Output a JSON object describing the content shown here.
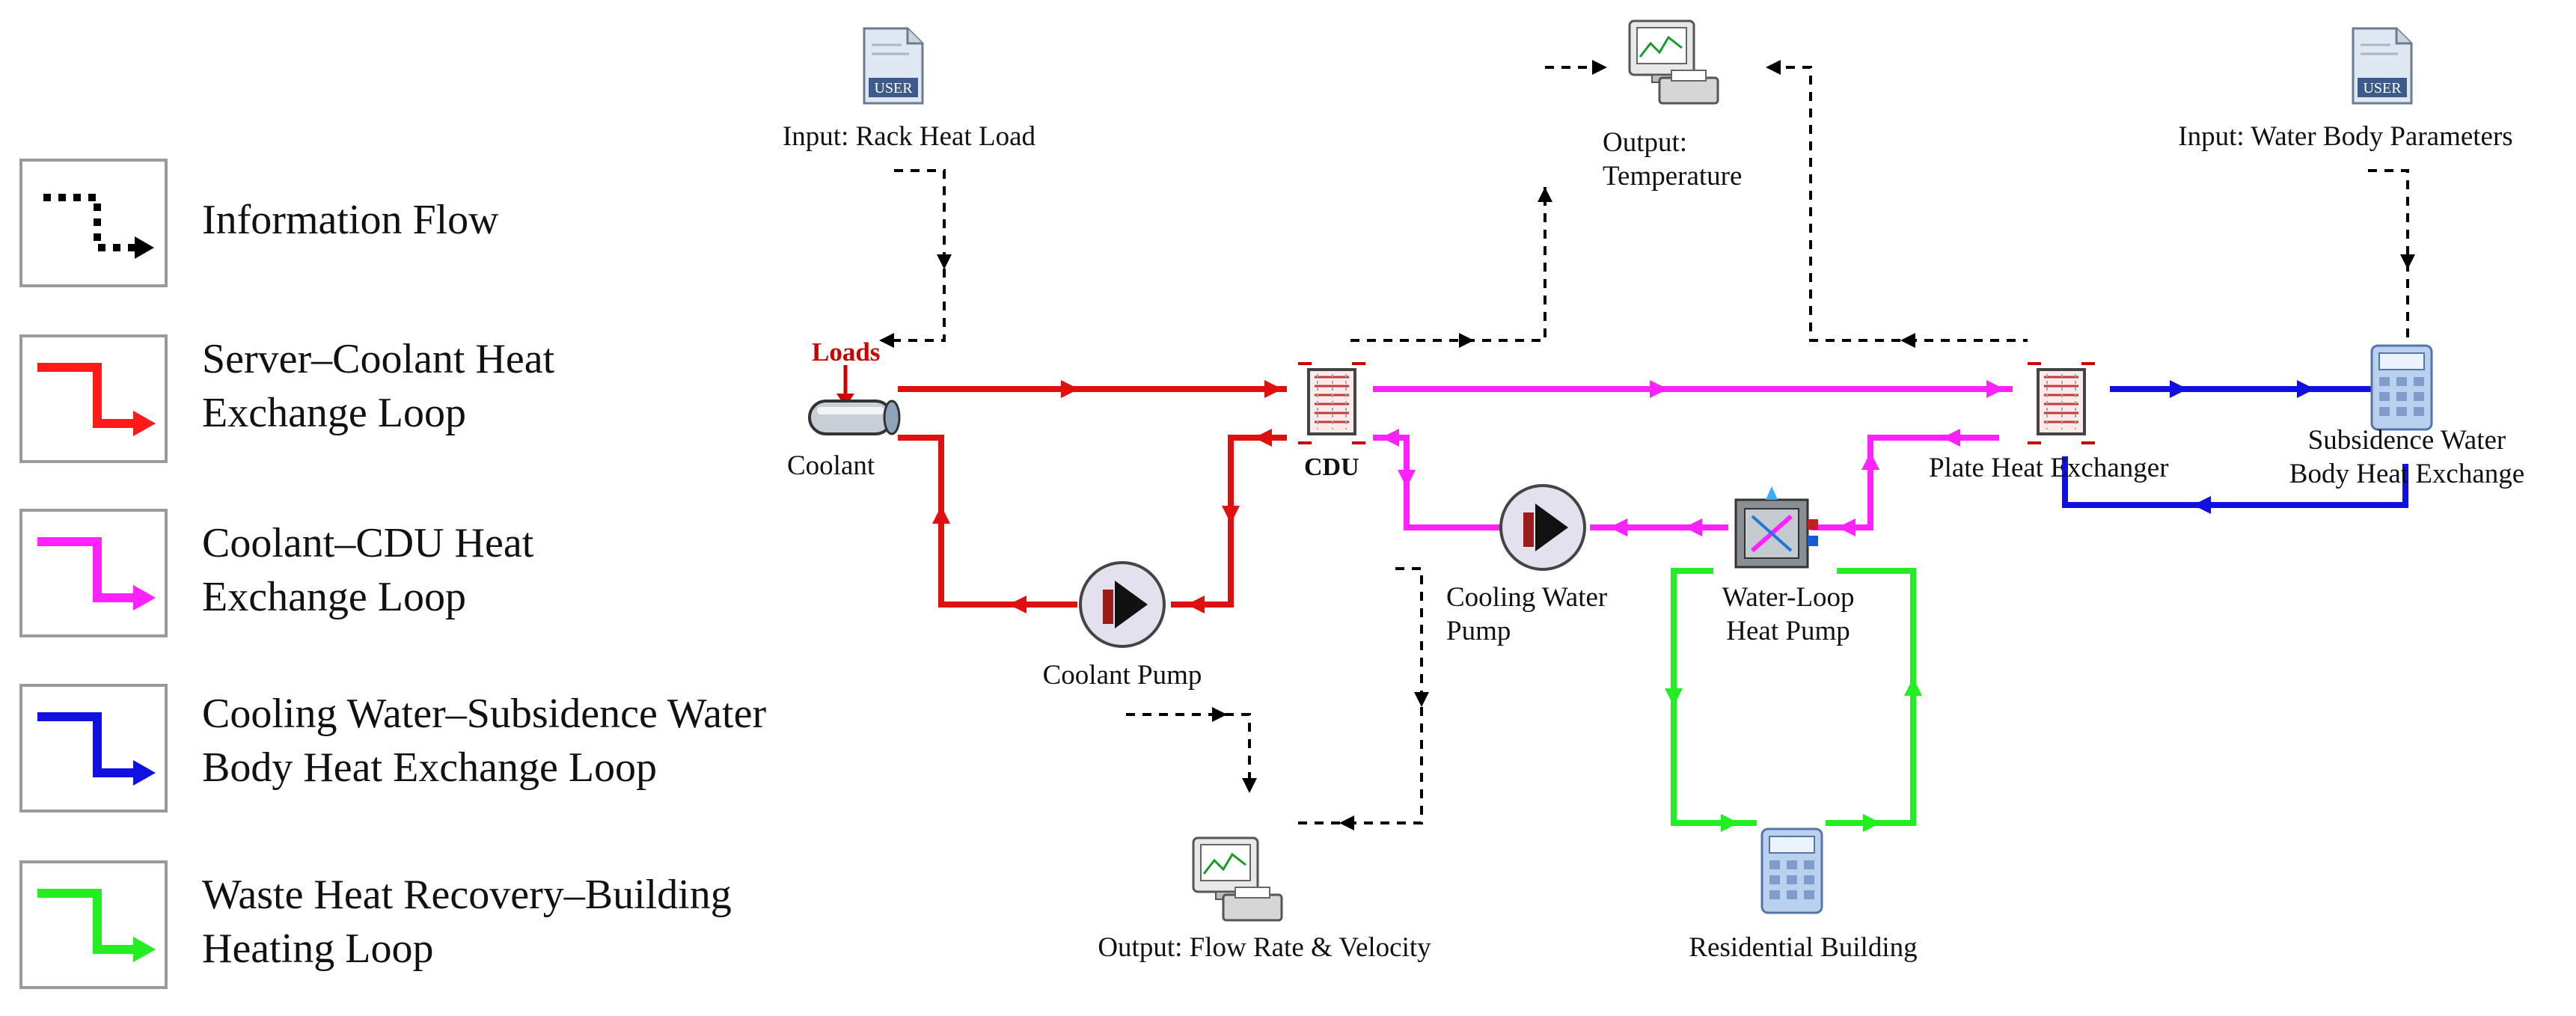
{
  "legend": [
    {
      "key": "info",
      "label_line1": "Information Flow",
      "label_line2": "",
      "color": "#000000"
    },
    {
      "key": "server",
      "label_line1": "Server–Coolant Heat",
      "label_line2": "Exchange Loop",
      "color": "#ff1a1a"
    },
    {
      "key": "cdu",
      "label_line1": "Coolant–CDU Heat",
      "label_line2": "Exchange Loop",
      "color": "#ff22ff"
    },
    {
      "key": "water",
      "label_line1": "Cooling Water–Subsidence Water",
      "label_line2": "Body Heat Exchange Loop",
      "color": "#1010e0"
    },
    {
      "key": "waste",
      "label_line1": "Waste Heat Recovery–Building",
      "label_line2": "Heating Loop",
      "color": "#22ee22"
    }
  ],
  "components": {
    "input_rack": "Input: Rack Heat Load",
    "output_temp_1": "Output:",
    "output_temp_2": "Temperature",
    "input_water": "Input: Water Body Parameters",
    "loads": "Loads",
    "coolant": "Coolant",
    "cdu": "CDU",
    "plate_hx": "Plate Heat Exchanger",
    "subsidence_1": "Subsidence Water",
    "subsidence_2": "Body Heat Exchange",
    "coolant_pump": "Coolant Pump",
    "cooling_pump_1": "Cooling Water",
    "cooling_pump_2": "Pump",
    "heat_pump_1": "Water-Loop",
    "heat_pump_2": "Heat Pump",
    "output_flow": "Output: Flow Rate & Velocity",
    "residential": "Residential Building",
    "user_badge": "USER"
  },
  "colors": {
    "red": "#ff1a1a",
    "darkred": "#cc0000",
    "magenta": "#ff22ff",
    "blue": "#1010e0",
    "green": "#22ee22",
    "black": "#000000"
  }
}
